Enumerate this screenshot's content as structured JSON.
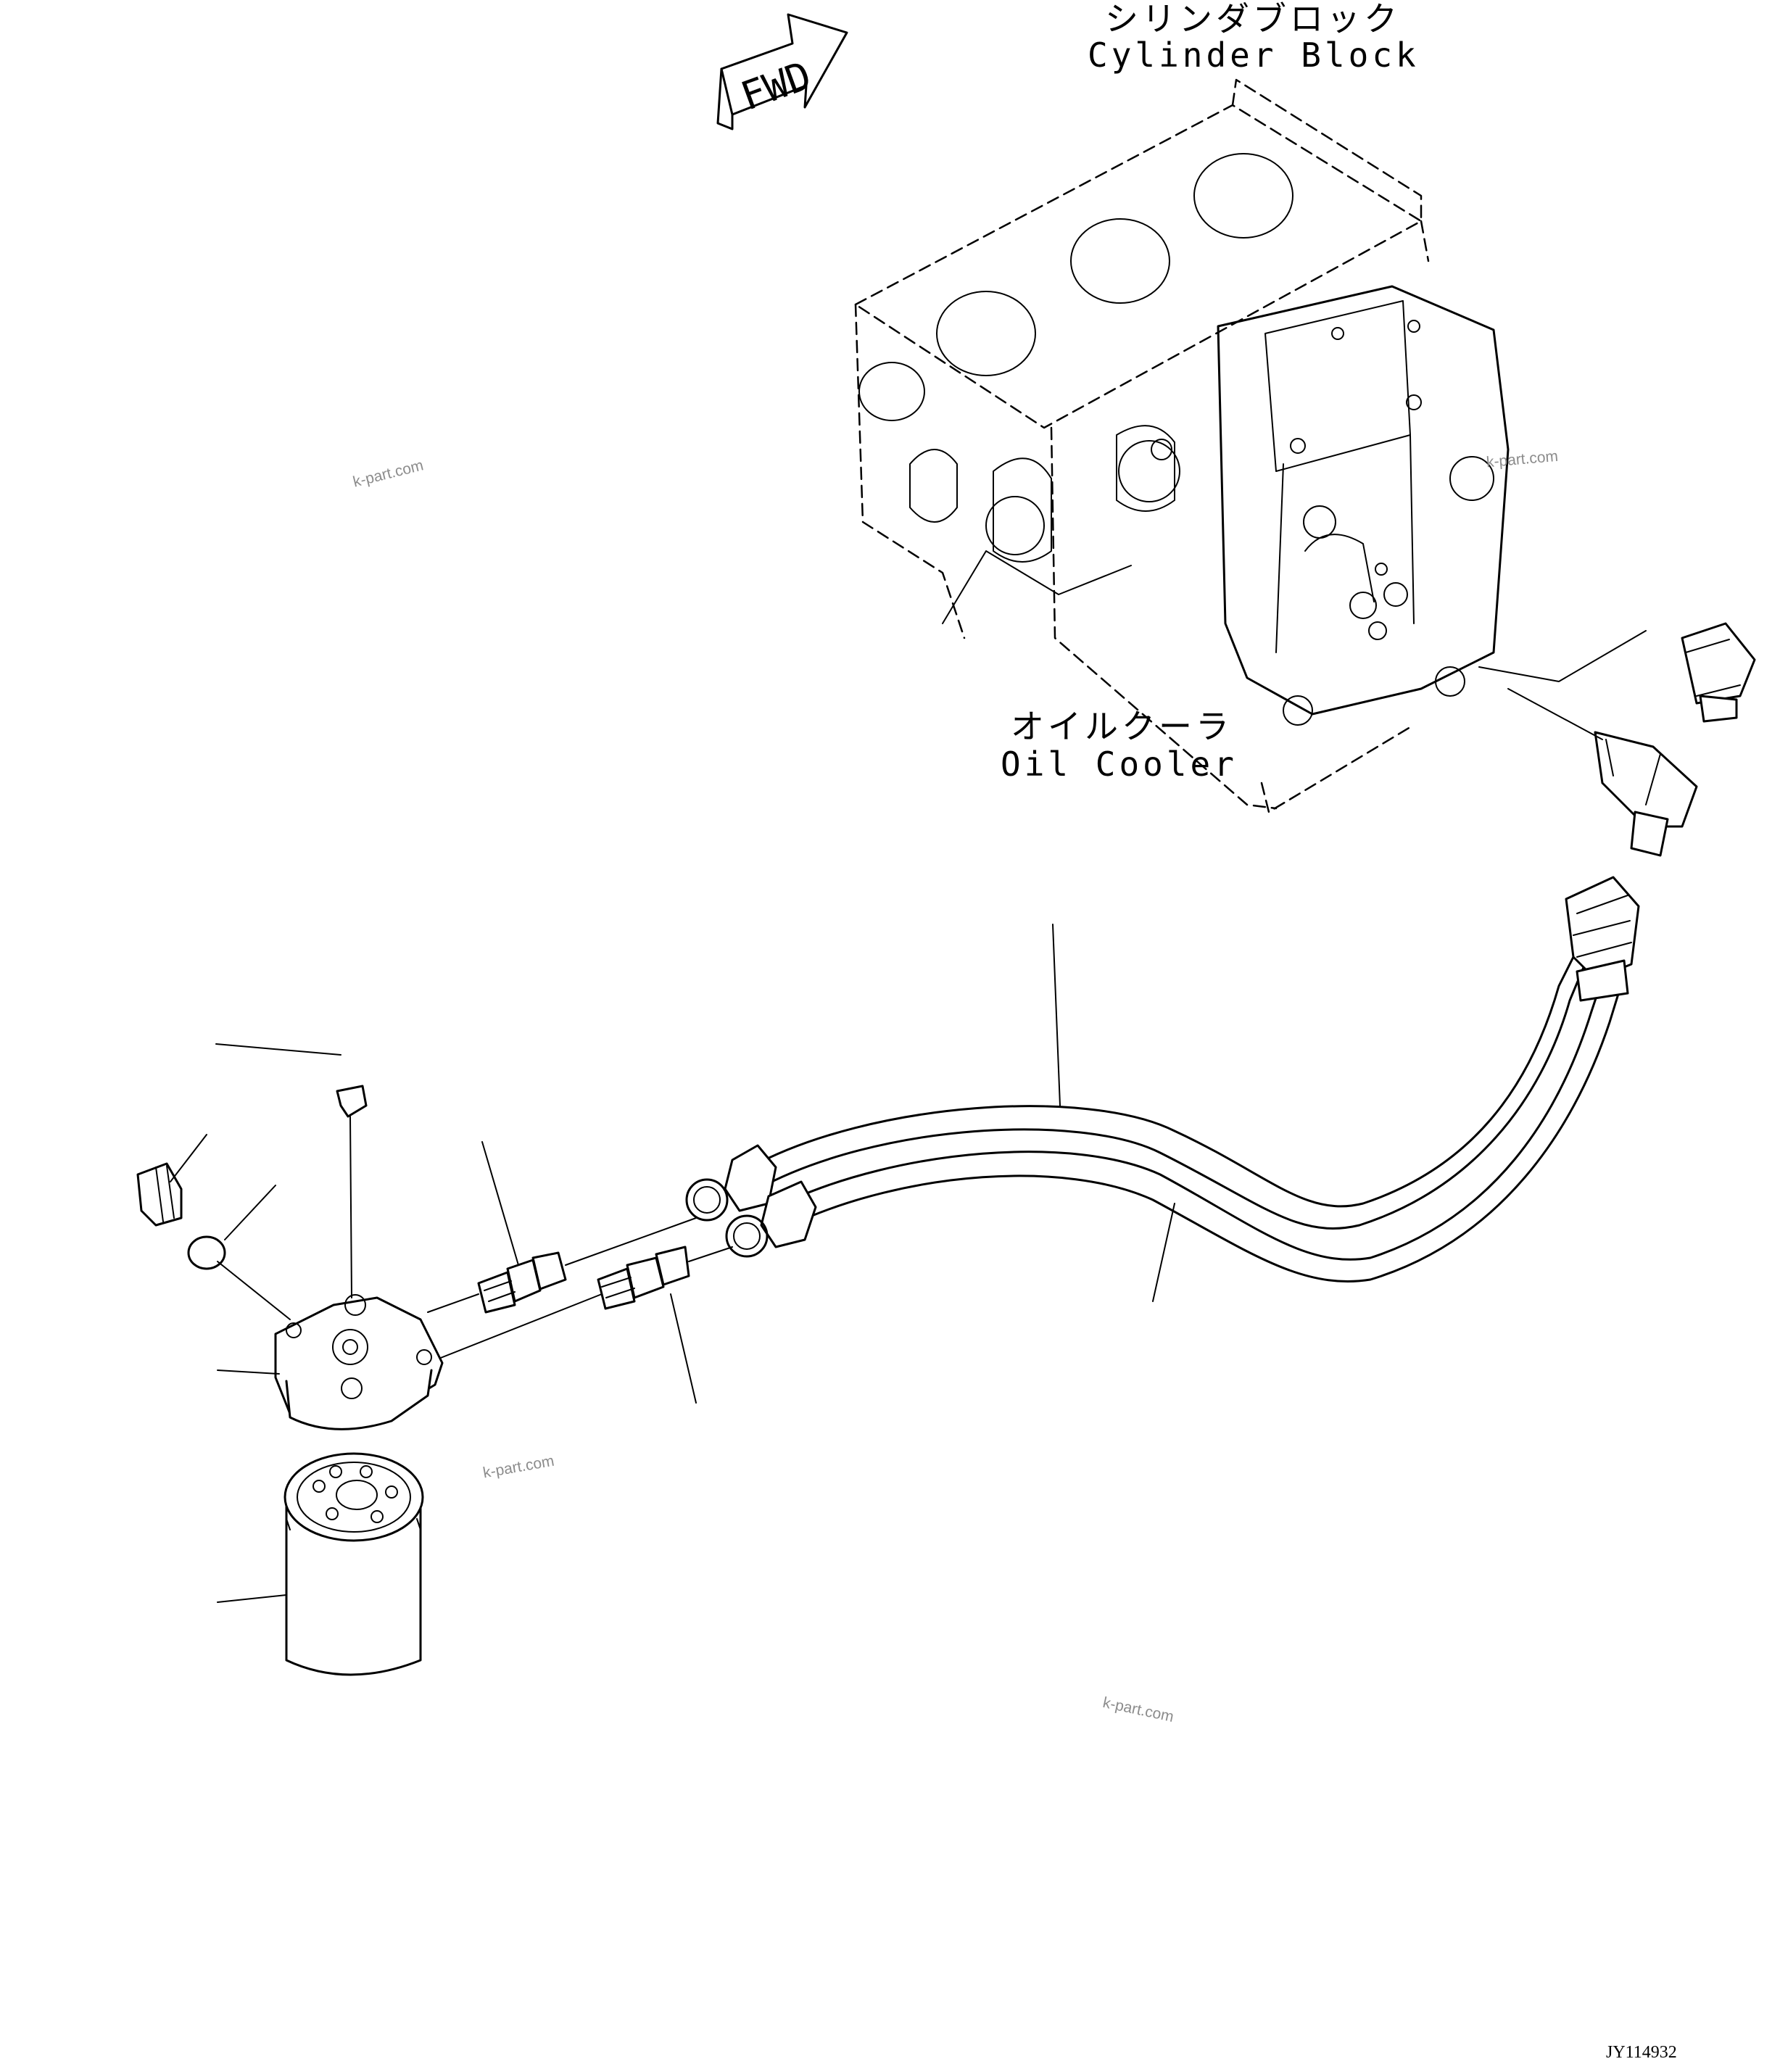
{
  "labels": {
    "fwd": "FWD",
    "cylinder_block_jp": "シリンダブロック",
    "cylinder_block_en": "Cylinder Block",
    "oil_cooler_jp": "オイルクーラ",
    "oil_cooler_en": "Oil Cooler"
  },
  "watermarks": [
    "k-part.com",
    "k-part.com",
    "k-part.com",
    "k-part.com"
  ],
  "drawing_code": "JY114932"
}
